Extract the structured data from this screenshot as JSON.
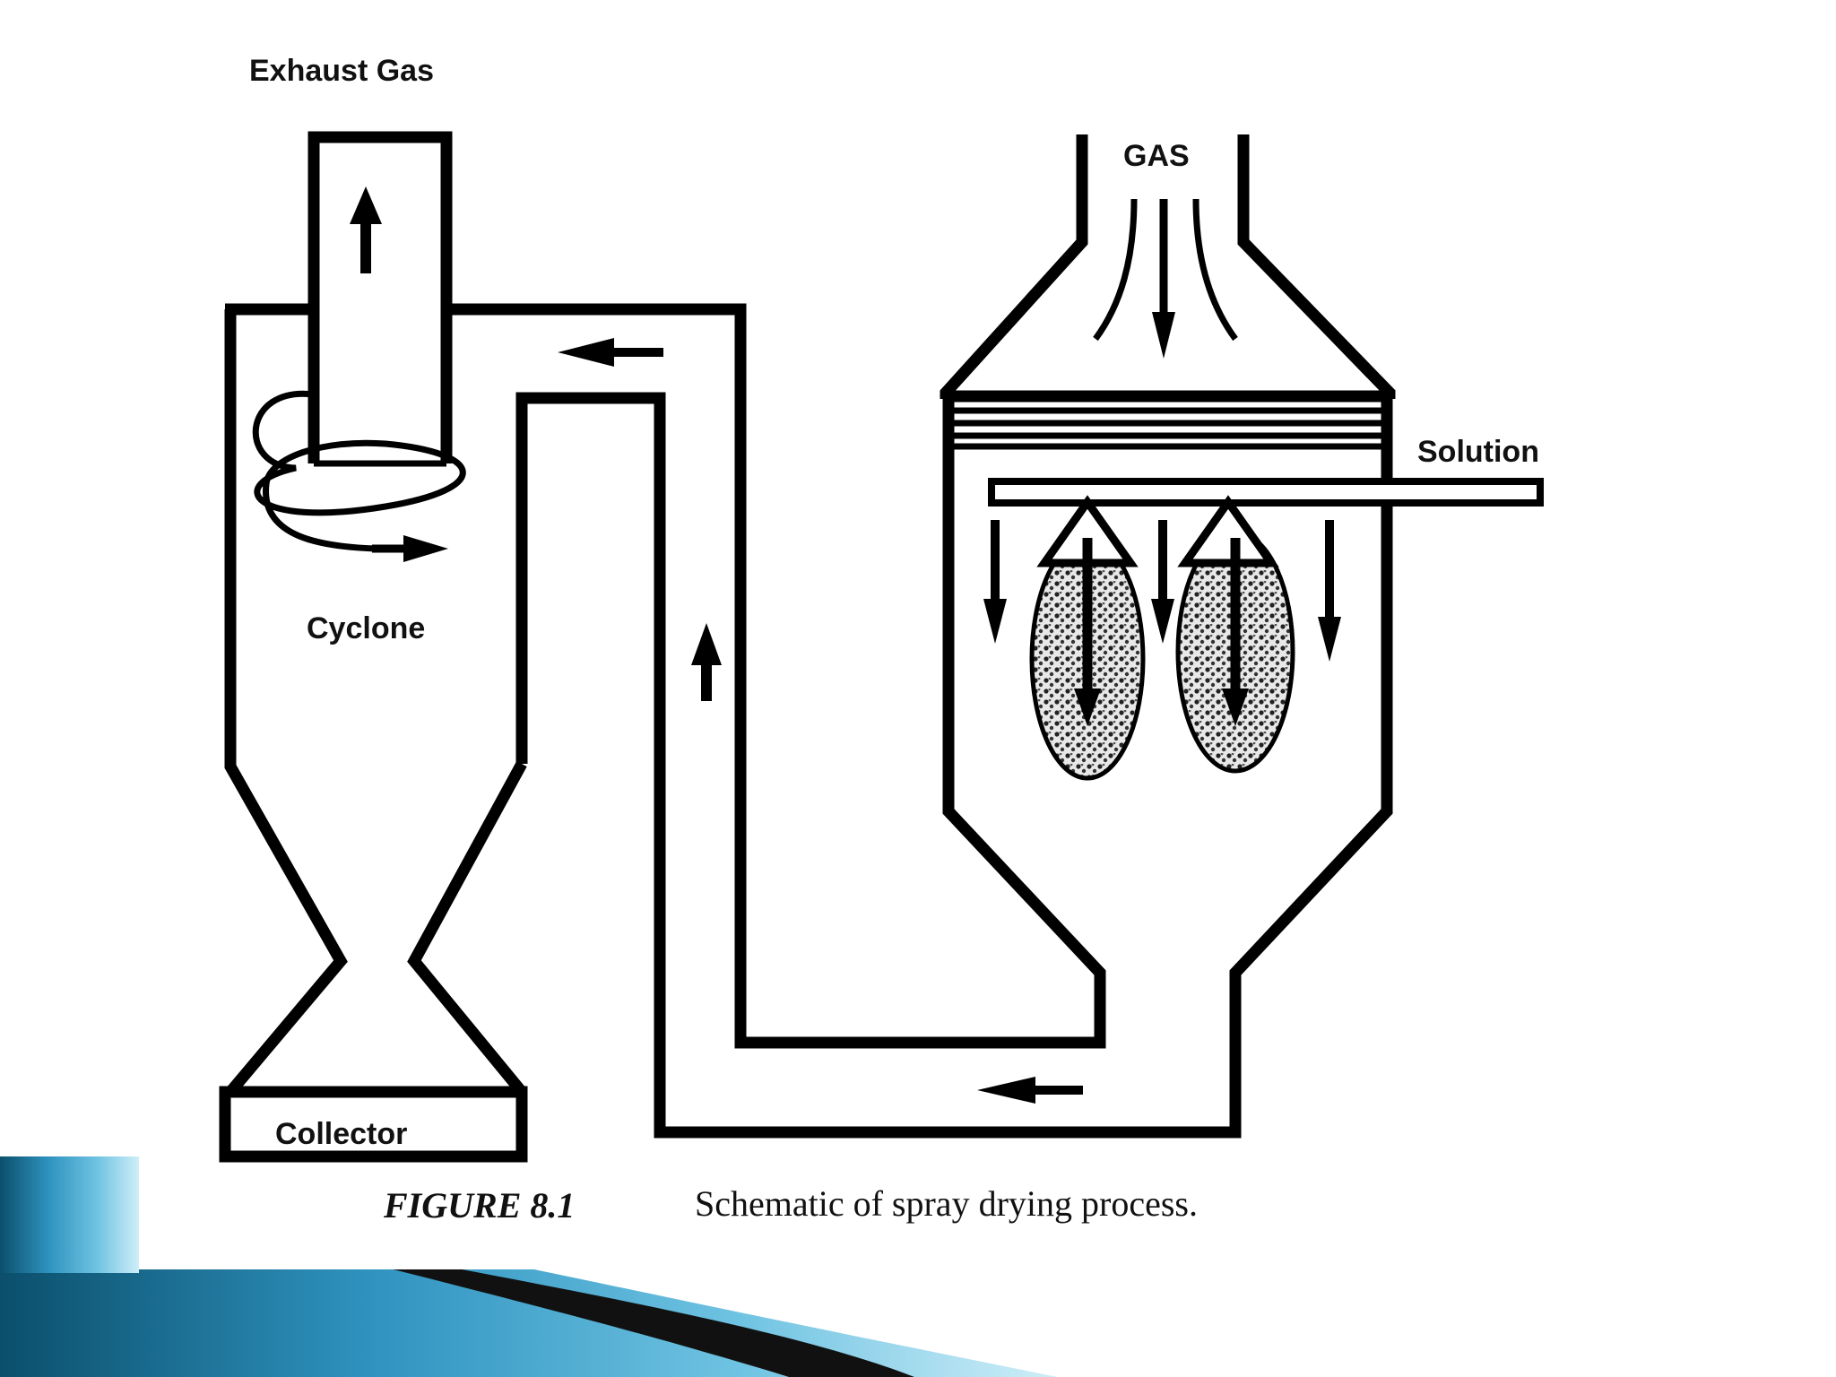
{
  "diagram": {
    "labels": {
      "exhaust_gas": "Exhaust Gas",
      "gas": "GAS",
      "solution": "Solution",
      "cyclone": "Cyclone",
      "collector": "Collector"
    },
    "caption": {
      "figure_number": "FIGURE 8.1",
      "text": "Schematic of spray drying process."
    }
  },
  "theme": {
    "accent_light": "#6fc3e2",
    "accent_dark": "#0b4f6c",
    "accent_black": "#111111"
  },
  "icons": {
    "arrow": "arrow-icon",
    "spray_cone": "spray-cone-icon"
  }
}
